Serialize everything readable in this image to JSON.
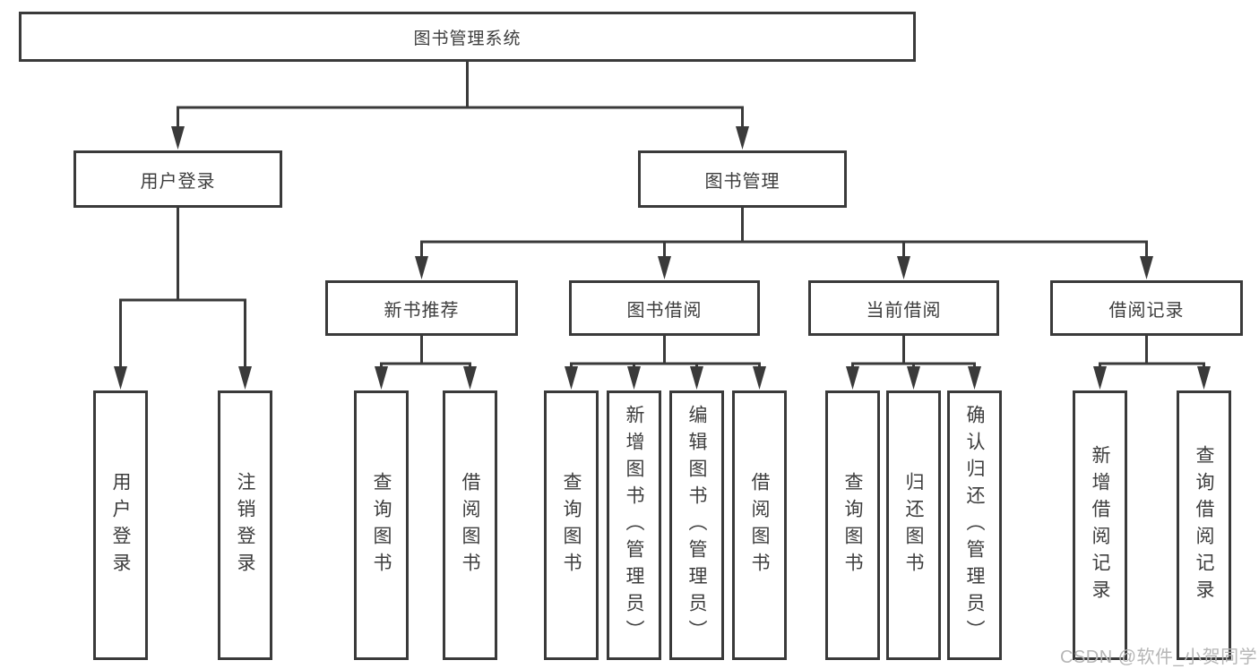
{
  "diagram_type": "hierarchy-tree",
  "tree": {
    "root": {
      "label": "图书管理系统"
    },
    "children": [
      {
        "label": "用户登录",
        "children": [
          {
            "label": "用户登录"
          },
          {
            "label": "注销登录"
          }
        ]
      },
      {
        "label": "图书管理",
        "children": [
          {
            "label": "新书推荐",
            "children": [
              {
                "label": "查询图书"
              },
              {
                "label": "借阅图书"
              }
            ]
          },
          {
            "label": "图书借阅",
            "children": [
              {
                "label": "查询图书"
              },
              {
                "label": "新增图书（管理员）"
              },
              {
                "label": "编辑图书（管理员）"
              },
              {
                "label": "借阅图书"
              }
            ]
          },
          {
            "label": "当前借阅",
            "children": [
              {
                "label": "查询图书"
              },
              {
                "label": "归还图书"
              },
              {
                "label": "确认归还（管理员）"
              }
            ]
          },
          {
            "label": "借阅记录",
            "children": [
              {
                "label": "新增借阅记录"
              },
              {
                "label": "查询借阅记录"
              }
            ]
          }
        ]
      }
    ]
  },
  "watermark": {
    "text": "CSDN @软件_小贺同学"
  },
  "colors": {
    "line": "#3a3a3a",
    "node_text": "#3d3d3d",
    "node_fill": "#ffffff",
    "watermark": "#b6b6b6",
    "background": "#ffffff"
  }
}
